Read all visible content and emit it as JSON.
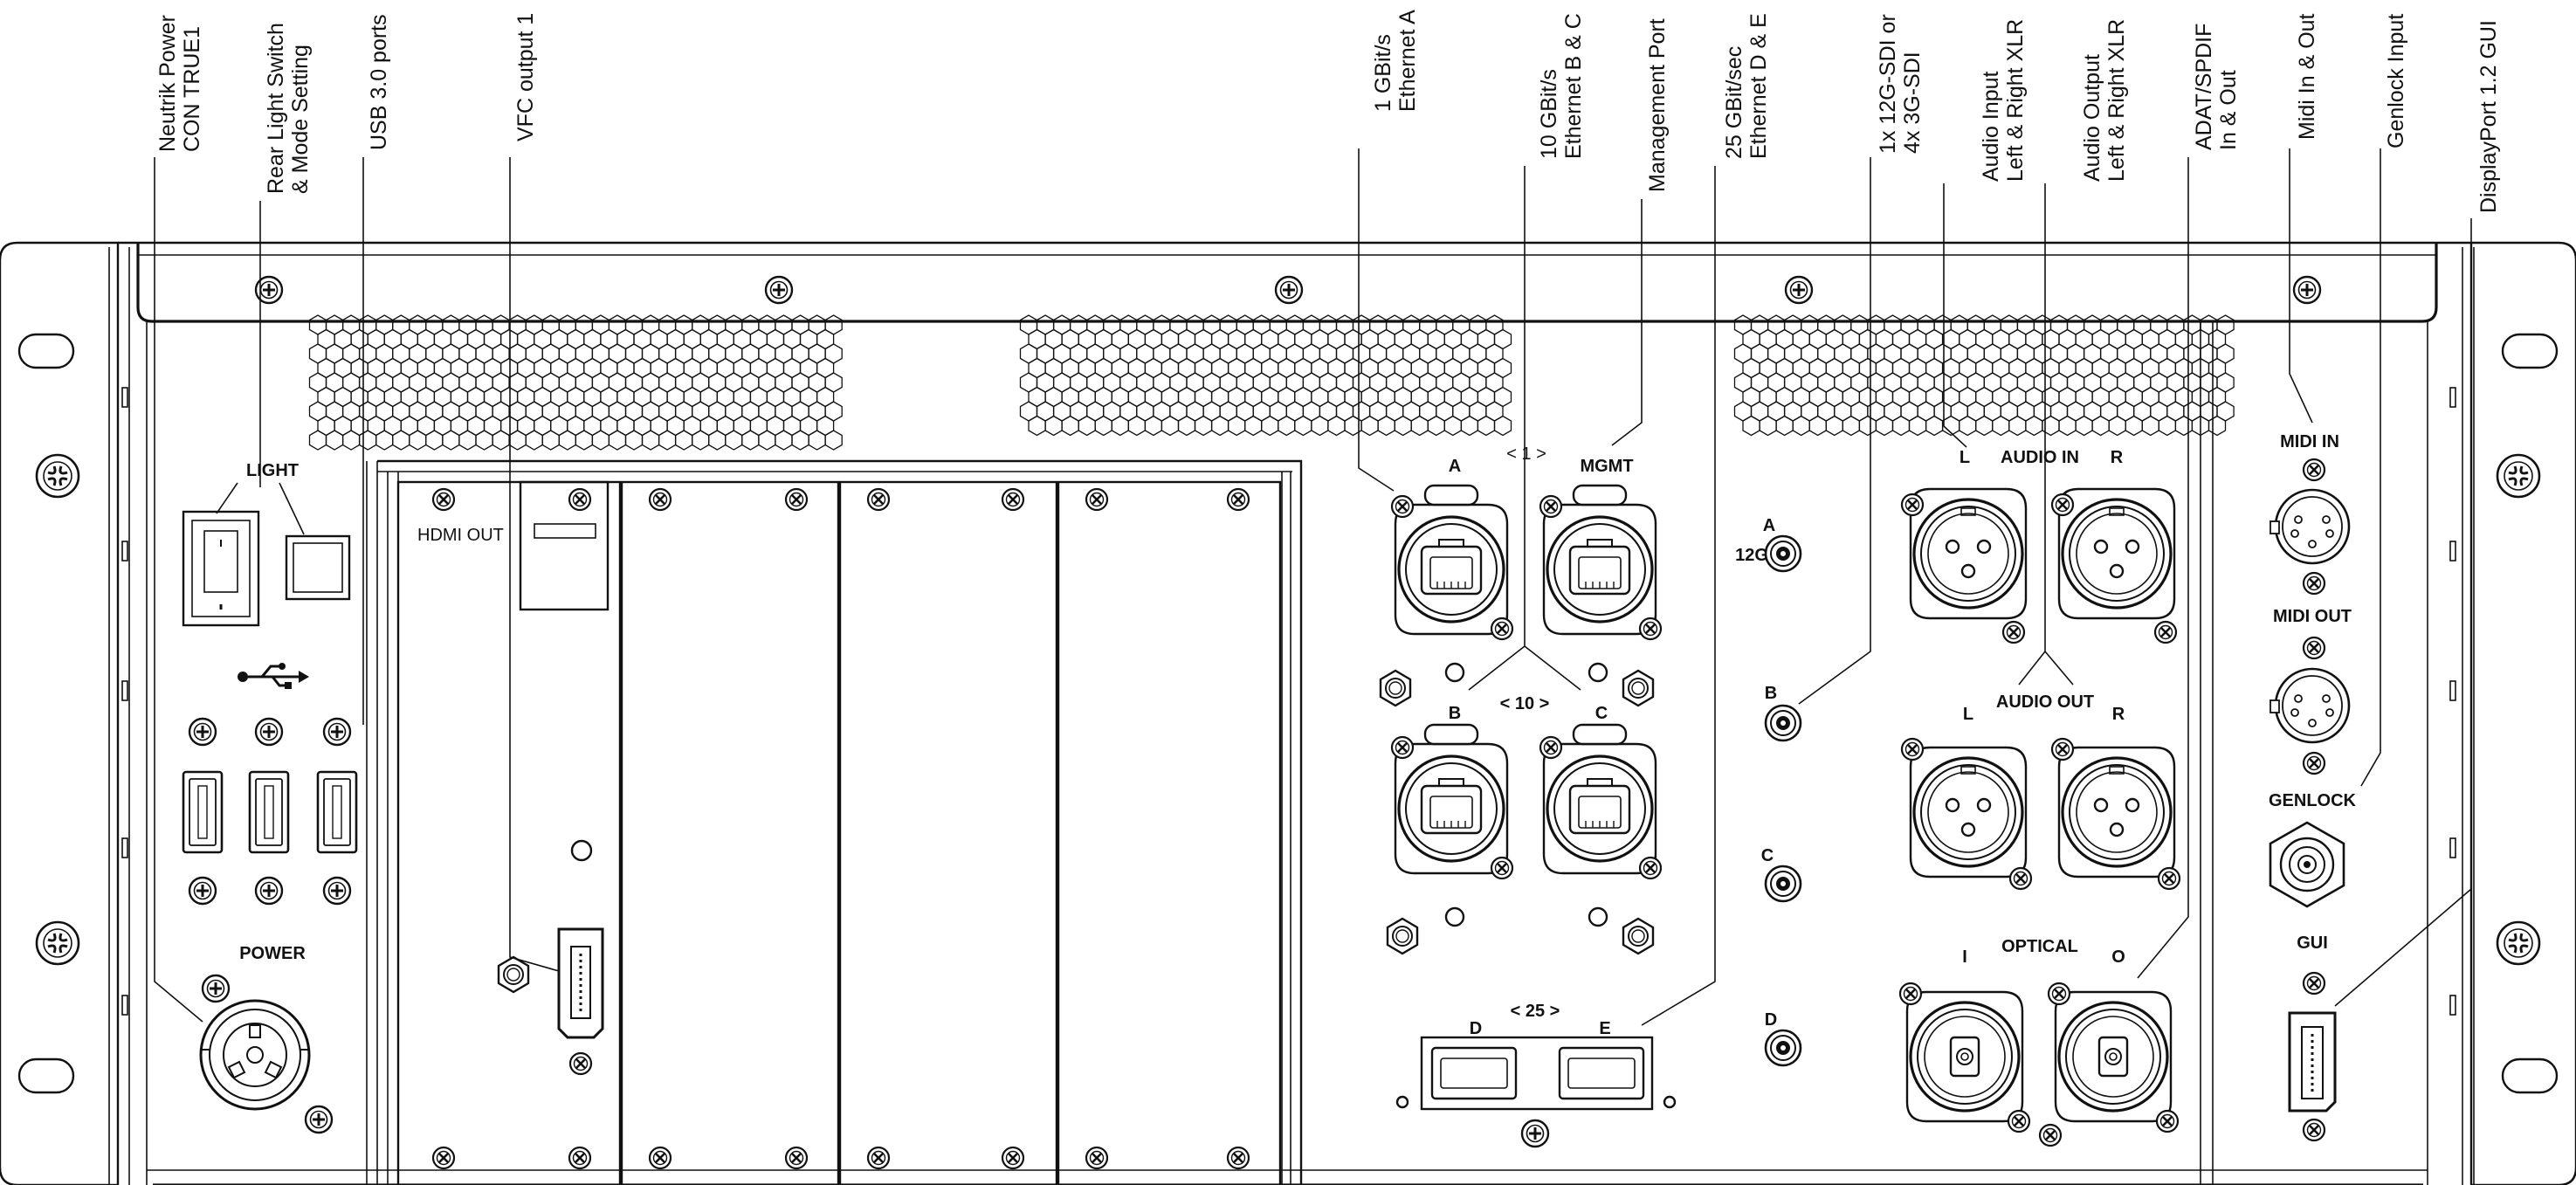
{
  "callouts": [
    {
      "id": "neutrik",
      "line1": "Neutrik Power",
      "line2": "CON TRUE1"
    },
    {
      "id": "rear-light",
      "line1": "Rear Light Switch",
      "line2": "& Mode Setting"
    },
    {
      "id": "usb",
      "line1": "USB 3.0 ports",
      "line2": ""
    },
    {
      "id": "vfc",
      "line1": "VFC output 1",
      "line2": ""
    },
    {
      "id": "eth-1g",
      "line1": "1 GBit/s",
      "line2": "Ethernet A"
    },
    {
      "id": "eth-10g",
      "line1": "10 GBit/s",
      "line2": "Ethernet B & C"
    },
    {
      "id": "mgmt",
      "line1": "Management Port",
      "line2": ""
    },
    {
      "id": "eth-25g",
      "line1": "25 GBit/sec",
      "line2": "Ethernet D & E"
    },
    {
      "id": "sdi",
      "line1": "1x 12G-SDI or",
      "line2": "4x 3G-SDI"
    },
    {
      "id": "audio-in",
      "line1": "Audio Input",
      "line2": "Left & Right XLR"
    },
    {
      "id": "audio-out",
      "line1": "Audio Output",
      "line2": "Left & Right XLR"
    },
    {
      "id": "adat",
      "line1": "ADAT/SPDIF",
      "line2": "In & Out"
    },
    {
      "id": "midi",
      "line1": "Midi In & Out",
      "line2": ""
    },
    {
      "id": "genlock",
      "line1": "Genlock Input",
      "line2": ""
    },
    {
      "id": "dp",
      "line1": "DisplayPort 1.2 GUI",
      "line2": ""
    }
  ],
  "panel_labels": {
    "light": "LIGHT",
    "power": "POWER",
    "hdmi_out": "HDMI OUT",
    "eth_a": "A",
    "group_1": "< 1 >",
    "mgmt": "MGMT",
    "eth_b": "B",
    "group_10": "< 10 >",
    "eth_c": "C",
    "group_25": "< 25 >",
    "eth_d": "D",
    "eth_e": "E",
    "sdi_a": "A",
    "sdi_12g": "12G",
    "sdi_b": "B",
    "sdi_c": "C",
    "sdi_d": "D",
    "audio_in": "AUDIO IN",
    "audio_in_l": "L",
    "audio_in_r": "R",
    "audio_out": "AUDIO OUT",
    "audio_out_l": "L",
    "audio_out_r": "R",
    "optical": "OPTICAL",
    "optical_i": "I",
    "optical_o": "O",
    "midi_in": "MIDI IN",
    "midi_out": "MIDI OUT",
    "genlock": "GENLOCK",
    "gui": "GUI"
  },
  "icons": [
    "usb-icon",
    "screw-icon",
    "ethercon-icon",
    "xlr-icon",
    "bnc-icon",
    "din-icon",
    "displayport-icon",
    "hdmi-icon",
    "usb-a-port-icon",
    "rocker-switch-icon"
  ]
}
